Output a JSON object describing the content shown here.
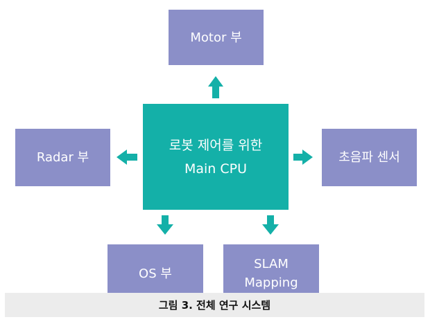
{
  "colors": {
    "peripheral_box": "#8b8fc8",
    "center_box": "#14b0a8",
    "arrow": "#14b0a8",
    "caption_background": "#ececec"
  },
  "nodes": {
    "motor": "Motor 부",
    "radar": "Radar 부",
    "center_line1": "로봇 제어를 위한",
    "center_line2": "Main CPU",
    "ultrasonic": "초음파 센서",
    "os": "OS 부",
    "slam_line1": "SLAM",
    "slam_line2": "Mapping"
  },
  "edges": [
    {
      "from": "center",
      "to": "motor"
    },
    {
      "from": "center",
      "to": "radar"
    },
    {
      "from": "center",
      "to": "ultrasonic"
    },
    {
      "from": "center",
      "to": "os"
    },
    {
      "from": "center",
      "to": "slam"
    }
  ],
  "caption": "그림 3. 전체 연구 시스템"
}
